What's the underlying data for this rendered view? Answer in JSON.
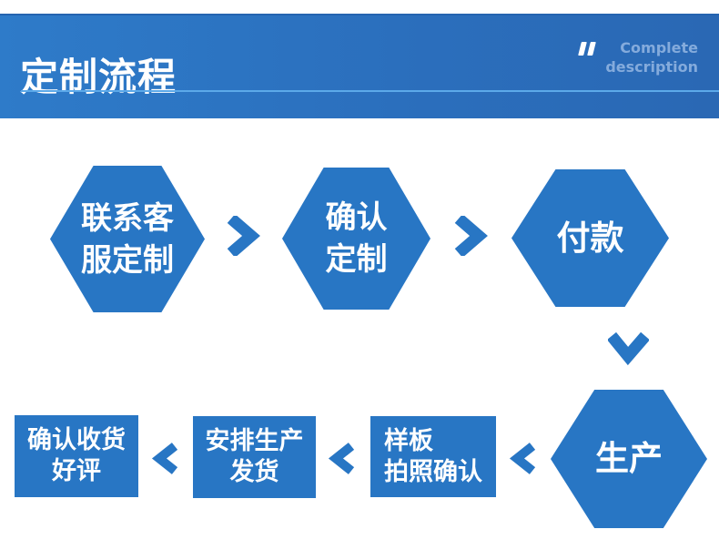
{
  "banner": {
    "title": "定制流程",
    "tagline_line1": "Complete",
    "tagline_line2": "description"
  },
  "icons": {
    "quote": "❞",
    "arrow_right": "❯",
    "arrow_down": "⌄",
    "arrow_left": "❮"
  },
  "colors": {
    "shape_blue": "#2876c4",
    "banner_gradient_left": "#2e7bc9",
    "banner_gradient_right": "#2a68b4",
    "banner_divider": "#5ca9e9",
    "tagline_text": "#84abdc",
    "step_text": "#ffffff"
  },
  "flow": {
    "steps": [
      {
        "label": "联系客服定制",
        "shape": "hexagon",
        "lines": [
          "联系客",
          "服定制"
        ]
      },
      {
        "label": "确认定制",
        "shape": "hexagon",
        "lines": [
          "确认",
          "定制"
        ]
      },
      {
        "label": "付款",
        "shape": "hexagon",
        "lines": [
          "付款"
        ]
      },
      {
        "label": "生产",
        "shape": "hexagon",
        "lines": [
          "生产"
        ]
      },
      {
        "label": "样板拍照确认",
        "shape": "rectangle",
        "lines": [
          "样板",
          "拍照确认"
        ]
      },
      {
        "label": "安排生产发货",
        "shape": "rectangle",
        "lines": [
          "安排生产",
          "发货"
        ]
      },
      {
        "label": "确认收货好评",
        "shape": "rectangle",
        "lines": [
          "确认收货",
          "好评"
        ]
      }
    ],
    "connectors": [
      "right",
      "right",
      "down",
      "left",
      "left",
      "left"
    ]
  }
}
